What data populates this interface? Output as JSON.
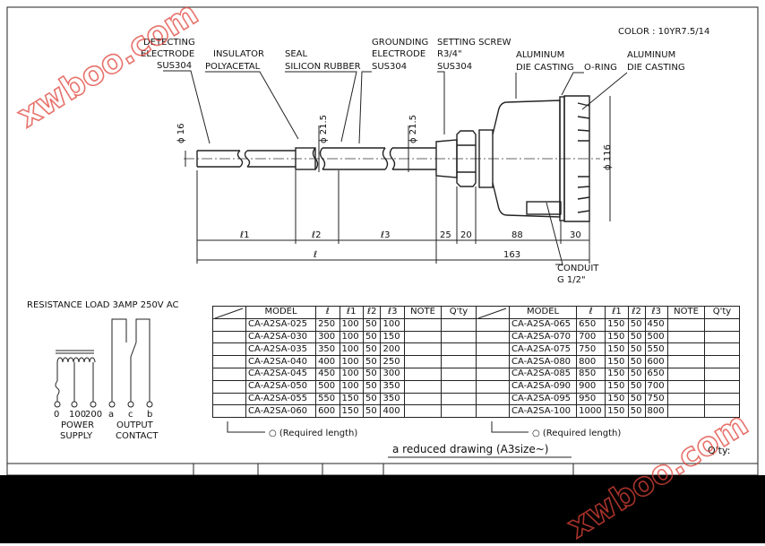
{
  "color_note": "COLOR : 10YR7.5/14",
  "labels": {
    "detecting_electrode": [
      "DETECTING",
      "ELECTRODE",
      "SUS304"
    ],
    "insulator": [
      "INSULATOR",
      "POLYACETAL"
    ],
    "seal": [
      "SEAL",
      "SILICON RUBBER"
    ],
    "grounding_electrode": [
      "GROUNDING",
      "ELECTRODE",
      "SUS304"
    ],
    "setting_screw": [
      "SETTING SCREW",
      "R3/4\"",
      "SUS304"
    ],
    "aluminum_die_casting_1": [
      "ALUMINUM",
      "DIE CASTING"
    ],
    "o_ring": "O-RING",
    "aluminum_die_casting_2": [
      "ALUMINUM",
      "DIE CASTING"
    ],
    "conduit": [
      "CONDUIT",
      "G 1/2\""
    ]
  },
  "dimensions": {
    "d16": "ϕ 16",
    "d21_5_a": "ϕ 21.5",
    "d21_5_b": "ϕ 21.5",
    "d116": "ϕ 116",
    "l1": "ℓ1",
    "l2": "ℓ2",
    "l3": "ℓ3",
    "l": "ℓ",
    "d25": "25",
    "d20": "20",
    "d88": "88",
    "d30": "30",
    "d163": "163"
  },
  "circuit": {
    "title": "RESISTANCE LOAD 3AMP 250V AC",
    "power_terminals": [
      "0",
      "100",
      "200"
    ],
    "output_terminals": [
      "a",
      "c",
      "b"
    ],
    "power_label": [
      "POWER",
      "SUPPLY"
    ],
    "output_label": [
      "OUTPUT",
      "CONTACT"
    ]
  },
  "table": {
    "headers": [
      "MODEL",
      "ℓ",
      "ℓ1",
      "ℓ2",
      "ℓ3",
      "NOTE",
      "Q'ty"
    ],
    "left_rows": [
      [
        "CA-A2SA-025",
        "250",
        "100",
        "50",
        "100"
      ],
      [
        "CA-A2SA-030",
        "300",
        "100",
        "50",
        "150"
      ],
      [
        "CA-A2SA-035",
        "350",
        "100",
        "50",
        "200"
      ],
      [
        "CA-A2SA-040",
        "400",
        "100",
        "50",
        "250"
      ],
      [
        "CA-A2SA-045",
        "450",
        "100",
        "50",
        "300"
      ],
      [
        "CA-A2SA-050",
        "500",
        "100",
        "50",
        "350"
      ],
      [
        "CA-A2SA-055",
        "550",
        "150",
        "50",
        "350"
      ],
      [
        "CA-A2SA-060",
        "600",
        "150",
        "50",
        "400"
      ]
    ],
    "right_rows": [
      [
        "CA-A2SA-065",
        "650",
        "150",
        "50",
        "450"
      ],
      [
        "CA-A2SA-070",
        "700",
        "150",
        "50",
        "500"
      ],
      [
        "CA-A2SA-075",
        "750",
        "150",
        "50",
        "550"
      ],
      [
        "CA-A2SA-080",
        "800",
        "150",
        "50",
        "600"
      ],
      [
        "CA-A2SA-085",
        "850",
        "150",
        "50",
        "650"
      ],
      [
        "CA-A2SA-090",
        "900",
        "150",
        "50",
        "700"
      ],
      [
        "CA-A2SA-095",
        "950",
        "150",
        "50",
        "750"
      ],
      [
        "CA-A2SA-100",
        "1000",
        "150",
        "50",
        "800"
      ]
    ],
    "required_length_note": "○ (Required length)"
  },
  "footer": {
    "reduced_drawing": "a reduced drawing (A3size~)",
    "qty": "Q'ty:"
  },
  "watermark": "xwboo.com",
  "colors": {
    "line": "#222222",
    "watermark": "#e0443a",
    "band": "#000000"
  }
}
